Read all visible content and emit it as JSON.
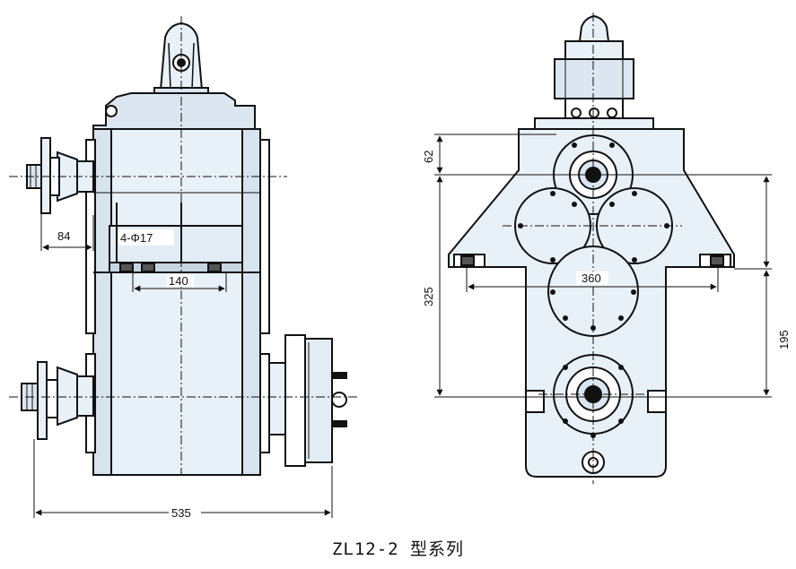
{
  "side_view": {
    "dims": {
      "offset": "84",
      "holes": "4-Φ17",
      "spacing": "140",
      "length": "535"
    }
  },
  "front_view": {
    "dims": {
      "top": "62",
      "height": "325",
      "width": "360",
      "lower": "195"
    }
  },
  "caption": "ZL12-2 型系列"
}
